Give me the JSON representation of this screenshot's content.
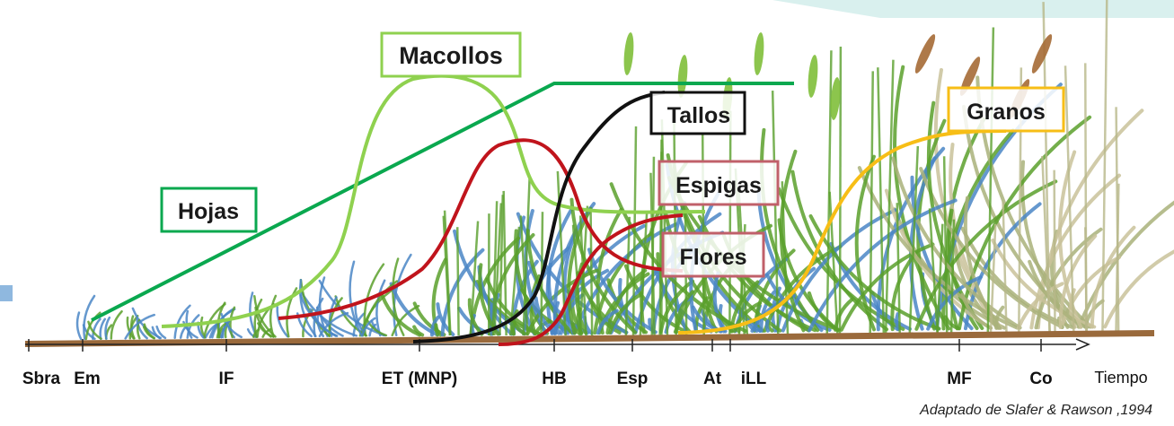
{
  "labels": {
    "macollos": "Macollos",
    "hojas": "Hojas",
    "tallos": "Tallos",
    "espigas": "Espigas",
    "flores": "Flores",
    "granos": "Granos"
  },
  "axis_stages": [
    "Sbra",
    "Em",
    "IF",
    "ET (MNP)",
    "HB",
    "Esp",
    "At",
    "iLL",
    "MF",
    "Co"
  ],
  "axis_end_label": "Tiempo",
  "credit": "Adaptado de Slafer & Rawson ,1994",
  "colors": {
    "hojas": "#0aa84f",
    "macollos": "#8fd14f",
    "tallos": "#111111",
    "espigas_flores": "#c0141c",
    "granos": "#f7be16",
    "soil": "#9a6a3c",
    "plants_green": "#5aa02c",
    "plants_blue": "#4a86c5",
    "ears": "#a56a35"
  }
}
